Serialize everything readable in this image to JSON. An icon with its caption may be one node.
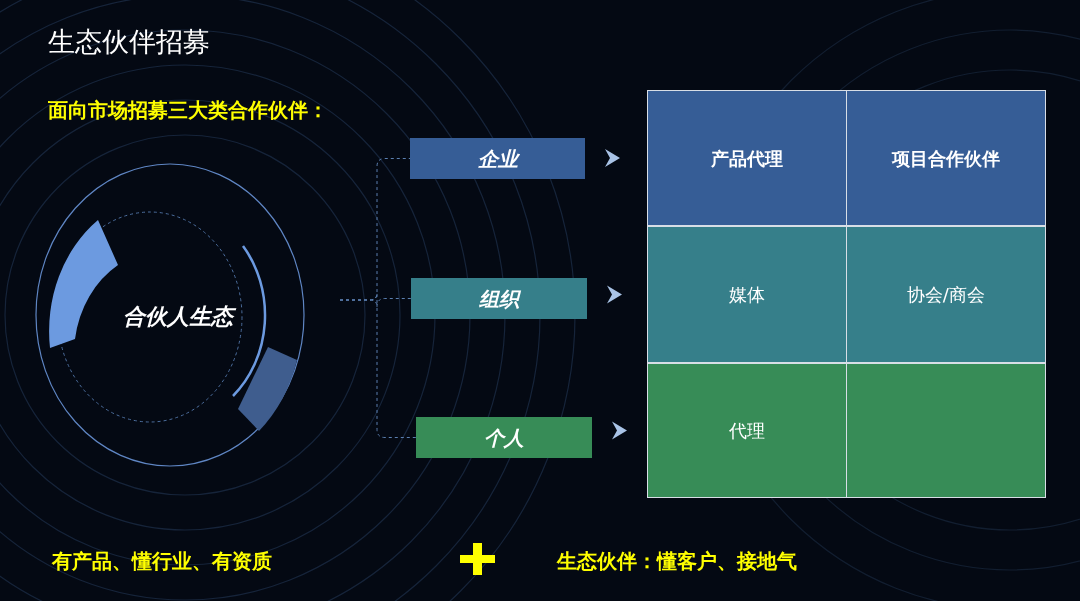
{
  "diagram": {
    "title": "生态伙伴招募",
    "nodes": [
      {
        "text": [
          "合伙人生态"
        ]
      },
      {
        "text": [
          "企业"
        ]
      },
      {
        "text": [
          "组织"
        ]
      },
      {
        "text": [
          "个人"
        ]
      },
      {
        "text": [
          "产品代理",
          "项目合作伙伴"
        ]
      },
      {
        "text": [
          "媒体",
          "协会/商会"
        ]
      },
      {
        "text": [
          "代理"
        ]
      }
    ],
    "edges": [
      {
        "from": 0,
        "to": 1,
        "arrow": "none",
        "style": "dashed"
      },
      {
        "from": 0,
        "to": 2,
        "arrow": "none",
        "style": "dashed"
      },
      {
        "from": 0,
        "to": 3,
        "arrow": "none",
        "style": "dashed"
      },
      {
        "from": 1,
        "to": 4,
        "arrow": "to"
      },
      {
        "from": 2,
        "to": 5,
        "arrow": "to"
      },
      {
        "from": 3,
        "to": 6,
        "arrow": "to"
      }
    ],
    "labels": [
      "面向市场招募三大类合作伙伴：",
      "有产品、懂行业、有资质",
      "生态伙伴：懂客户、接地气"
    ]
  }
}
